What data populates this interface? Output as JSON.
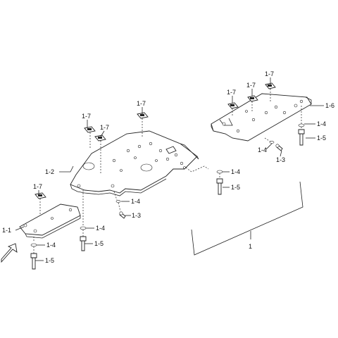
{
  "callouts": {
    "c_1_1": "1-1",
    "c_1_2": "1-2",
    "c_1_3a": "1-3",
    "c_1_3b": "1-3",
    "c_1_4a": "1-4",
    "c_1_4b": "1-4",
    "c_1_4c": "1-4",
    "c_1_4d": "1-4",
    "c_1_4e": "1-4",
    "c_1_4f": "1-4",
    "c_1_5a": "1-5",
    "c_1_5b": "1-5",
    "c_1_5c": "1-5",
    "c_1_5d": "1-5",
    "c_1_6": "1-6",
    "c_1_7a": "1-7",
    "c_1_7b": "1-7",
    "c_1_7c": "1-7",
    "c_1_7d": "1-7",
    "c_1_7e": "1-7",
    "c_1_7f": "1-7",
    "c_1_7g": "1-7",
    "c_1": "1"
  },
  "colors": {
    "line": "#222222",
    "background": "#ffffff"
  },
  "icons": {
    "direction_arrow": "front-direction-arrow-icon"
  }
}
